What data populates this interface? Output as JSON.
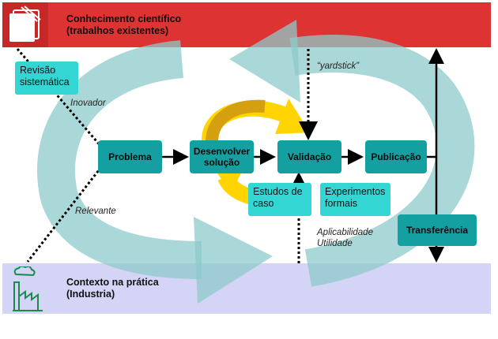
{
  "top_band": {
    "text": "Conhecimento científico\n(trabalhos existentes)",
    "icon": "book-icon"
  },
  "bottom_band": {
    "text": "Contexto na prática\n(Industria)",
    "icon": "factory-icon"
  },
  "boxes": {
    "problema": "Problema",
    "desenvolver": "Desenvolver\nsolução",
    "validacao": "Validação",
    "publicacao": "Publicação",
    "transferencia": "Transferência"
  },
  "sub_boxes": {
    "revisao": "Revisão\nsistemática",
    "estudos": "Estudos de\ncaso",
    "experimentos": "Experimentos\nformais"
  },
  "notes": {
    "inovador": "Inovador",
    "relevante": "Relevante",
    "yardstick": "“yardstick”",
    "aplicabilidade": "Aplicabilidade\nUtilidade"
  },
  "colors": {
    "top_band": "#dd3333",
    "bottom_band": "#d4d4f6",
    "node": "#14a0a0",
    "light_node": "#33d6d3",
    "big_cycle": "#8ec9c9",
    "small_cycle_dark": "#d4a010",
    "small_cycle_light": "#ffd400"
  }
}
